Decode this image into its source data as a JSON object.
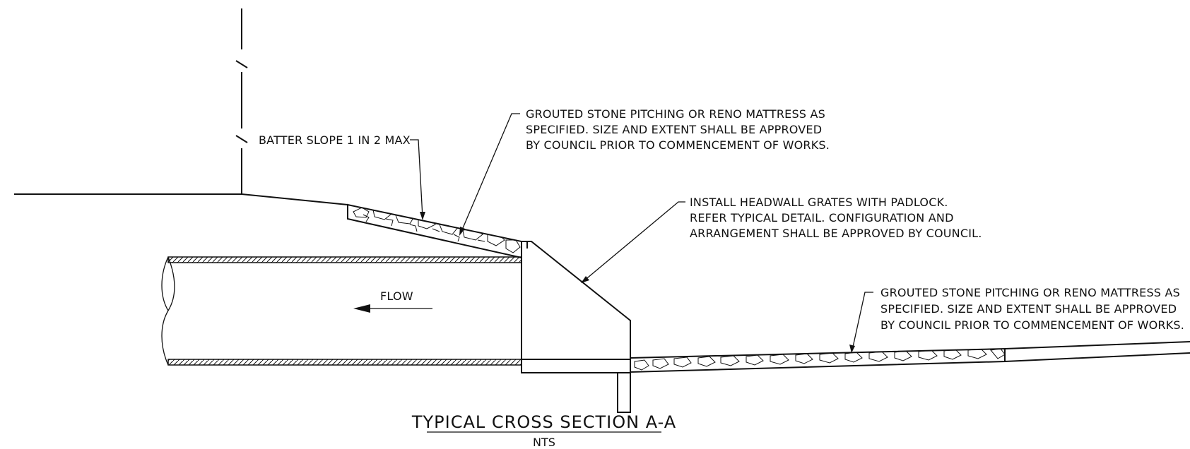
{
  "labels": {
    "batter": "BATTER SLOPE 1 IN 2 MAX",
    "pitching_top": [
      "GROUTED STONE PITCHING OR RENO MATTRESS AS",
      "SPECIFIED. SIZE AND EXTENT SHALL BE APPROVED",
      "BY COUNCIL PRIOR TO COMMENCEMENT OF WORKS."
    ],
    "headwall": [
      "INSTALL HEADWALL GRATES WITH PADLOCK.",
      "REFER TYPICAL DETAIL. CONFIGURATION AND",
      "ARRANGEMENT SHALL BE APPROVED BY COUNCIL."
    ],
    "pitching_bottom": [
      "GROUTED STONE PITCHING OR RENO MATTRESS AS",
      "SPECIFIED. SIZE AND EXTENT SHALL BE APPROVED",
      "BY COUNCIL PRIOR TO COMMENCEMENT OF WORKS."
    ],
    "flow": "FLOW"
  },
  "title": {
    "main": "TYPICAL CROSS SECTION A-A",
    "scale": "NTS"
  },
  "colors": {
    "ink": "#111111",
    "background": "#ffffff"
  }
}
